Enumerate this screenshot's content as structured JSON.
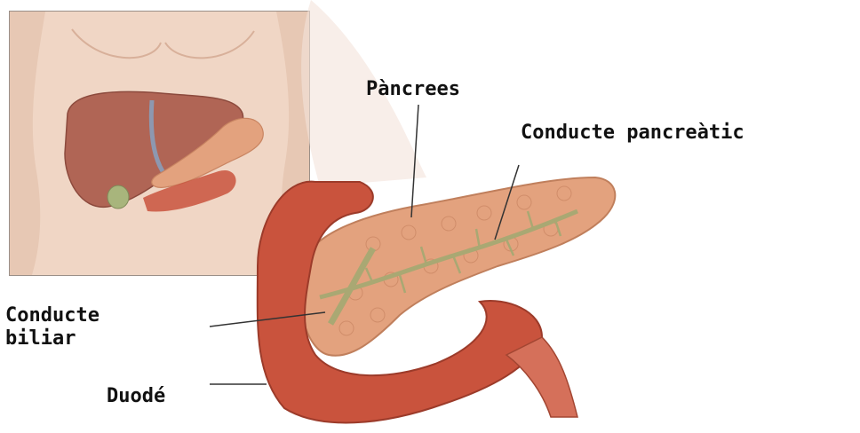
{
  "labels": {
    "pancrees": "Pàncrees",
    "conducte_pancreatic": "Conducte pancreàtic",
    "conducte_biliar_line1": "Conducte",
    "conducte_biliar_line2": "biliar",
    "duode": "Duodé"
  },
  "colors": {
    "skin": "#ead0bf",
    "liver": "#b06555",
    "pancreas": "#e3a27e",
    "duodenum": "#c9533d",
    "duct": "#a9a873",
    "gallbladder": "#a8b57c",
    "leader_line": "#333333"
  }
}
